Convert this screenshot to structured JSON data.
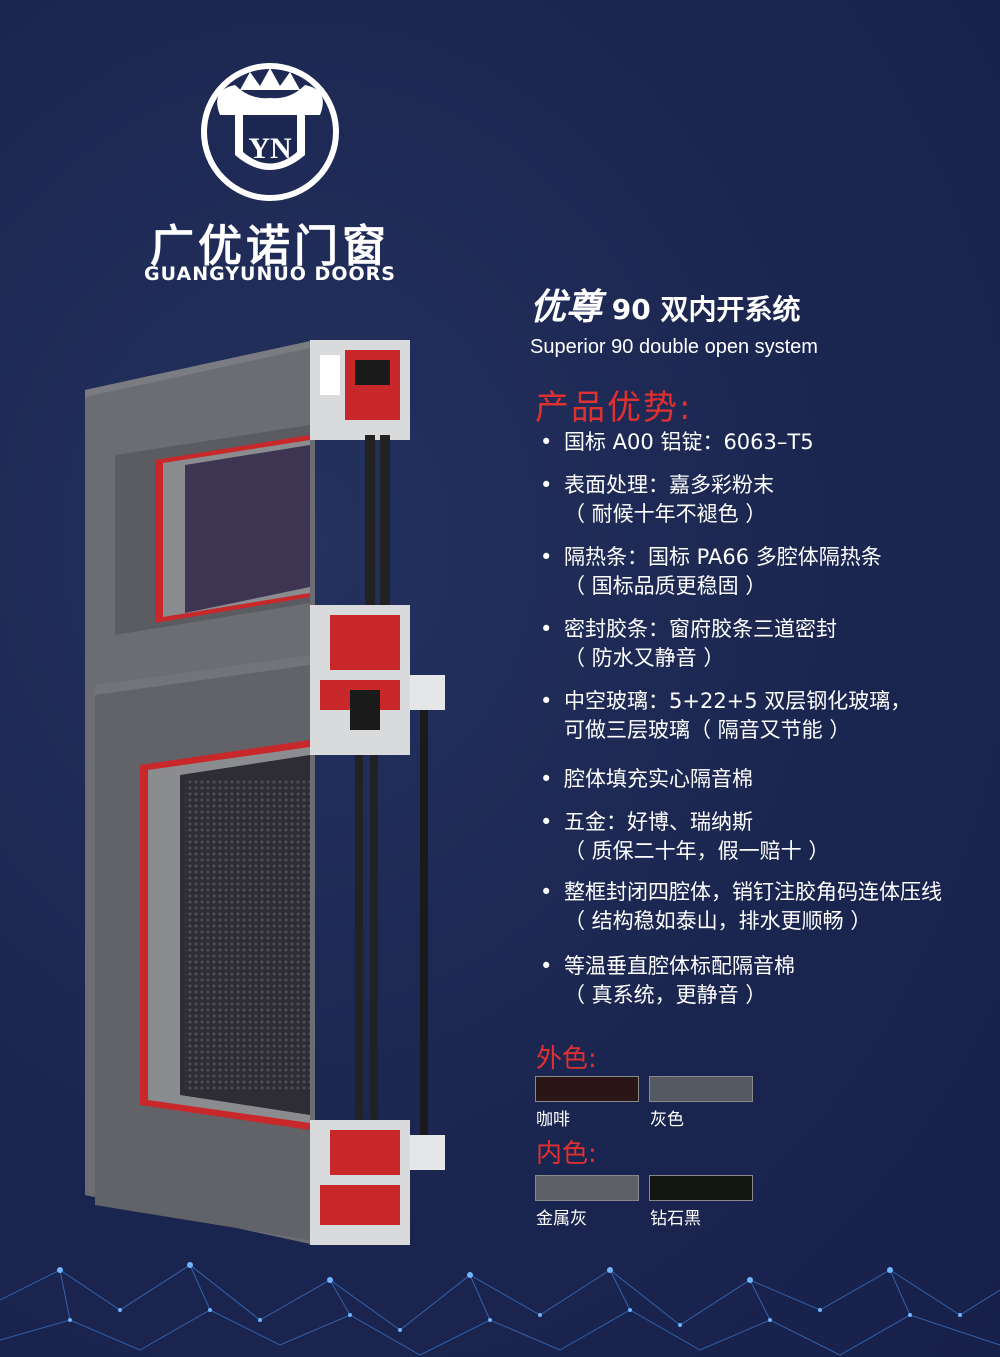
{
  "brand": {
    "cn_name": "广优诺门窗",
    "en_name": "GUANGYUNUO DOORS",
    "monogram": "YN",
    "logo_icon": "crown-shield-icon"
  },
  "product": {
    "title_prefix": "优尊",
    "title_rest": "90 双内开系统",
    "subtitle_en": "Superior 90 double open system"
  },
  "advantages": {
    "title": "产品优势:",
    "items": [
      {
        "text": "国标 A00 铝锭：6063–T5",
        "sub": ""
      },
      {
        "text": "表面处理：嘉多彩粉末",
        "sub": "（ 耐候十年不褪色 ）"
      },
      {
        "text": "隔热条：国标 PA66 多腔体隔热条",
        "sub": "（ 国标品质更稳固 ）"
      },
      {
        "text": "密封胶条：窗府胶条三道密封",
        "sub": "（ 防水又静音 ）"
      },
      {
        "text": "中空玻璃：5+22+5 双层钢化玻璃，",
        "sub": "可做三层玻璃（ 隔音又节能 ）"
      },
      {
        "text": "腔体填充实心隔音棉",
        "sub": ""
      },
      {
        "text": "五金：好博、瑞纳斯",
        "sub": "（ 质保二十年，假一赔十 ）"
      },
      {
        "text": "整框封闭四腔体，销钉注胶角码连体压线",
        "sub": "（ 结构稳如泰山，排水更顺畅 ）"
      },
      {
        "text": "等温垂直腔体标配隔音棉",
        "sub": "（ 真系统，更静音 ）"
      }
    ]
  },
  "outer_colors": {
    "title": "外色:",
    "swatches": [
      {
        "label": "咖啡",
        "color": "#2a1614"
      },
      {
        "label": "灰色",
        "color": "#555a62"
      }
    ]
  },
  "inner_colors": {
    "title": "内色:",
    "swatches": [
      {
        "label": "金属灰",
        "color": "#5d6066"
      },
      {
        "label": "钻石黑",
        "color": "#141614"
      }
    ]
  },
  "colors": {
    "background": "#1c2852",
    "accent_red": "#e03030",
    "profile_gray": "#6b6d72",
    "thermal_red": "#c8282a",
    "glass": "#3d3552"
  }
}
